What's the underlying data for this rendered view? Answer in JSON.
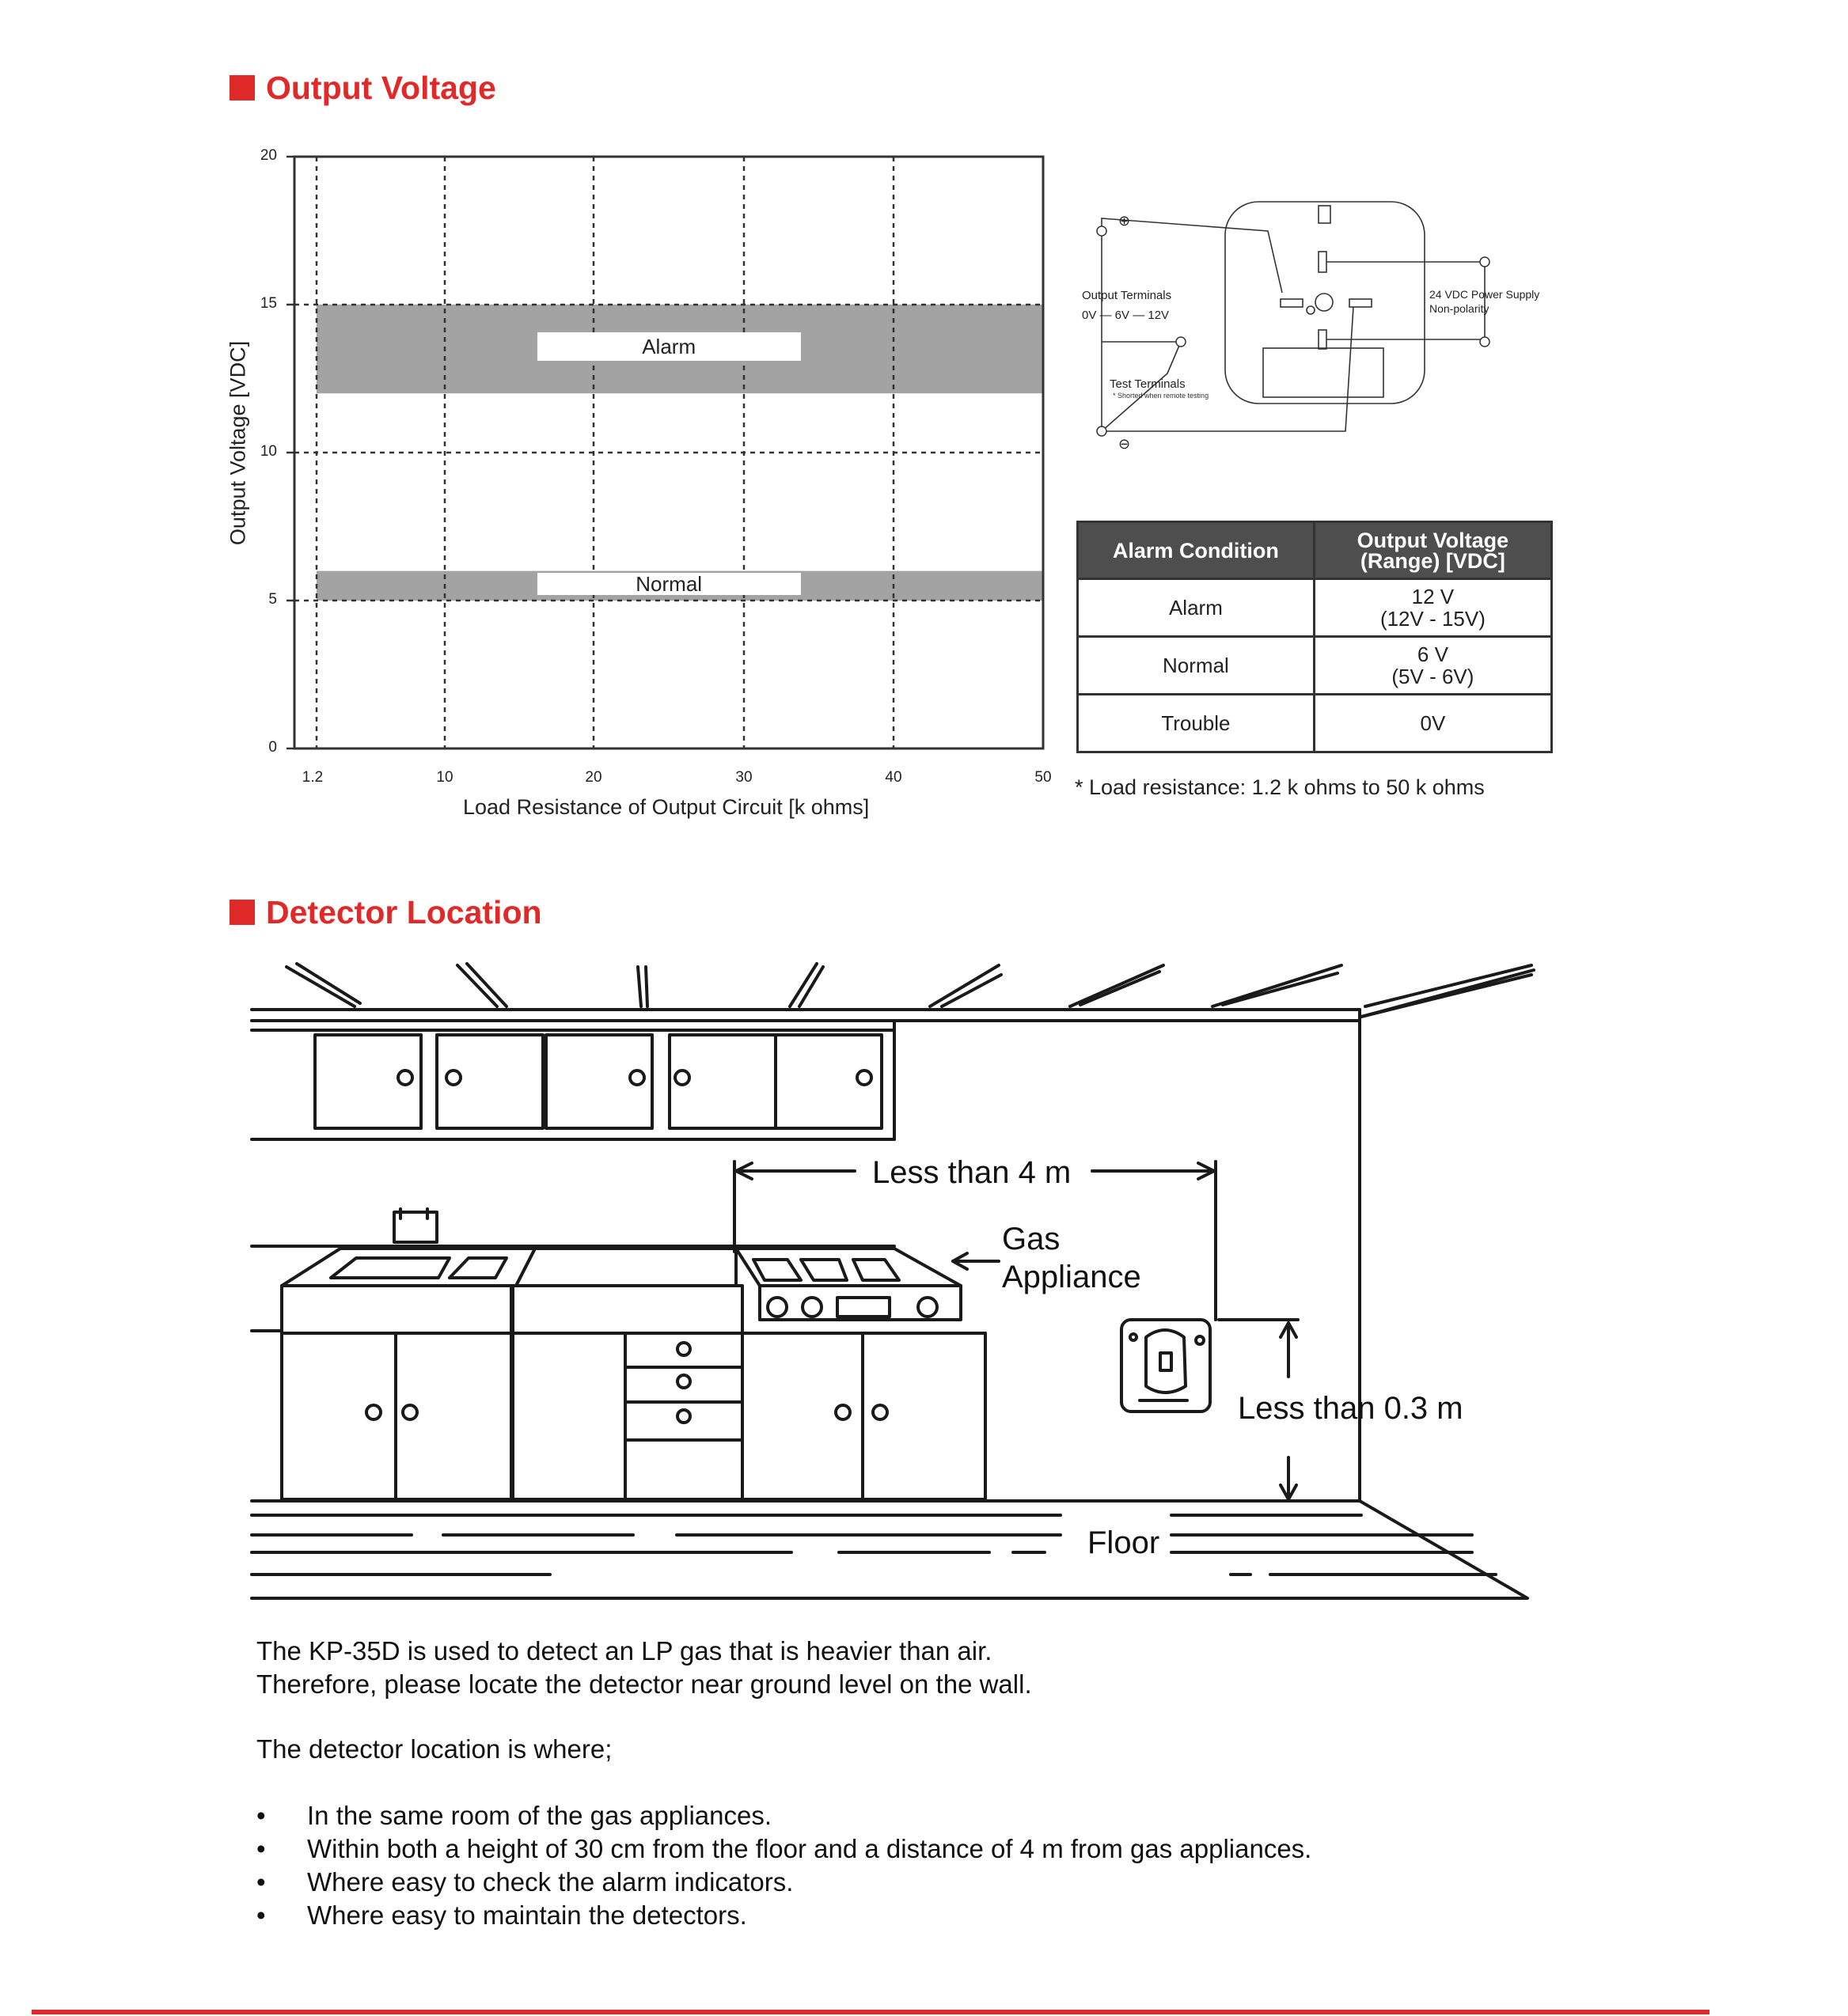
{
  "sections": {
    "output_voltage": {
      "title": "Output Voltage"
    },
    "detector_location": {
      "title": "Detector Location"
    }
  },
  "colors": {
    "accent": "#e02a2a",
    "band": "#a3a3a3",
    "table_header": "#4e4e4e"
  },
  "chart_data": {
    "type": "area",
    "title": "",
    "xlabel": "Load Resistance of Output Circuit [k ohms]",
    "ylabel": "Output Voltage [VDC]",
    "x_ticks": [
      "1.2",
      "10",
      "20",
      "30",
      "40",
      "50"
    ],
    "y_ticks": [
      "0",
      "5",
      "10",
      "15",
      "20"
    ],
    "xlim": [
      0,
      50
    ],
    "ylim": [
      0,
      20
    ],
    "grid": true,
    "series": [
      {
        "name": "Alarm",
        "x": [
          1.2,
          50
        ],
        "y_low": 12,
        "y_high": 15
      },
      {
        "name": "Normal",
        "x": [
          1.2,
          50
        ],
        "y_low": 5,
        "y_high": 6
      }
    ]
  },
  "wiring": {
    "output_terminals": "Output Terminals",
    "output_scale": "0V  —  6V  —  12V",
    "power_supply": "24 VDC Power Supply",
    "non_polarity": "Non-polarity",
    "test_terminals": "Test Terminals",
    "test_note": "* Shorted when remote testing",
    "plus": "⊕",
    "minus": "⊖"
  },
  "voltage_table": {
    "headers": [
      "Alarm Condition",
      "Output Voltage\n(Range) [VDC]"
    ],
    "rows": [
      [
        "Alarm",
        "12 V\n(12V - 15V)"
      ],
      [
        "Normal",
        "6 V\n(5V - 6V)"
      ],
      [
        "Trouble",
        "0V"
      ]
    ],
    "note": "* Load resistance: 1.2 k ohms to 50 k ohms"
  },
  "kitchen": {
    "distance_label": "Less than 4 m",
    "gas_appliance": "Gas\nAppliance",
    "height_label": "Less than 0.3 m",
    "floor": "Floor"
  },
  "text": {
    "para1": "The KP-35D is used to detect an LP gas that is heavier than air.",
    "para2": "Therefore, please locate the detector near ground level on the wall.",
    "para3": "The detector location is where;",
    "bullets": [
      "In the same room of the gas appliances.",
      "Within both a height of 30 cm from the floor and a distance of 4 m from gas appliances.",
      "Where easy to check the alarm indicators.",
      "Where easy to maintain the detectors."
    ]
  }
}
